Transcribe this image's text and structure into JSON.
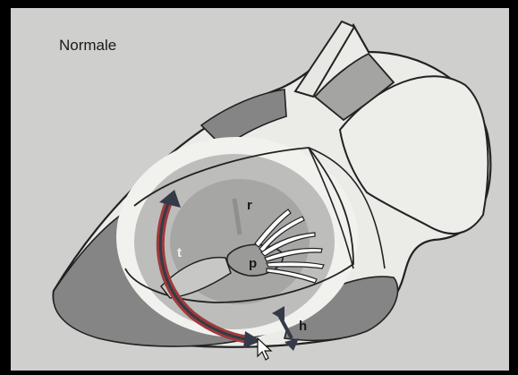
{
  "diagram": {
    "title": "Normale",
    "labels": {
      "t": "t",
      "r": "r",
      "p": "p",
      "h": "h"
    }
  },
  "colors": {
    "frame": "#000000",
    "background": "#cfcfcd",
    "muscle_dark": "#858585",
    "chamber_light": "#f1f1ee",
    "zone_mid": "#bdbdbb",
    "zone_core": "#a6a6a4",
    "arrow_red": "#9e3b3b",
    "arrow_dark": "#353a48",
    "outline": "#222222"
  },
  "icons": {
    "cursor": "mouse-pointer-icon"
  }
}
